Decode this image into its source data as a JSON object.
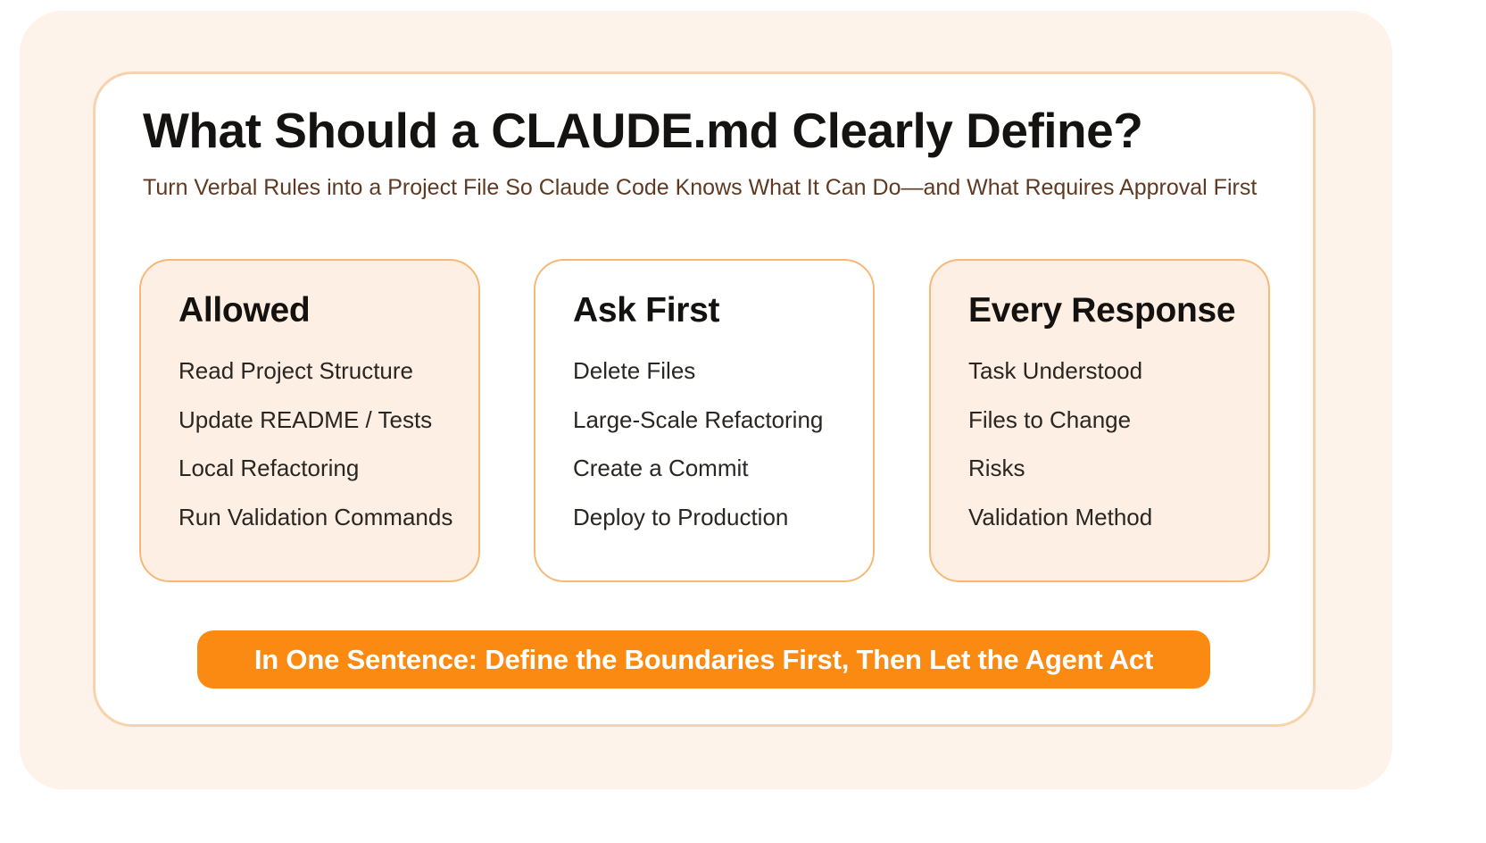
{
  "header": {
    "title": "What Should a CLAUDE.md Clearly Define?",
    "subtitle": "Turn Verbal Rules into a Project File So Claude Code Knows What It Can Do—and What Requires Approval First"
  },
  "cards": [
    {
      "title": "Allowed",
      "items": [
        "Read Project Structure",
        "Update README / Tests",
        "Local Refactoring",
        "Run Validation Commands"
      ]
    },
    {
      "title": "Ask First",
      "items": [
        "Delete Files",
        "Large-Scale Refactoring",
        "Create a Commit",
        "Deploy to Production"
      ]
    },
    {
      "title": "Every Response",
      "items": [
        "Task Understood",
        "Files to Change",
        "Risks",
        "Validation Method"
      ]
    }
  ],
  "banner": {
    "text": "In One Sentence: Define the Boundaries First, Then Let the Agent Act"
  },
  "colors": {
    "accent": "#fb8a12",
    "card_border": "#f6b877",
    "card_fill": "#fdefe3",
    "backdrop": "#fdf3ea"
  }
}
